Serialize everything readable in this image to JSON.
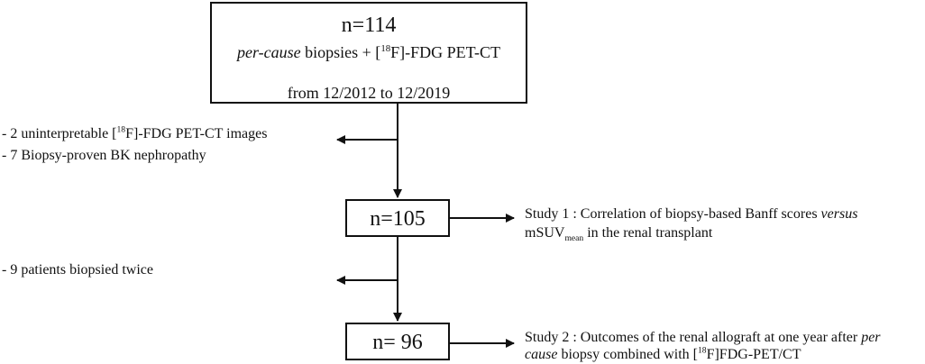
{
  "top_box": {
    "count": "n=114",
    "line1_italic": "per-cause",
    "line1_rest_a": " biopsies + [",
    "line1_sup": "18",
    "line1_rest_b": "F]-FDG PET-CT",
    "line2": "from 12/2012 to 12/2019"
  },
  "exclusion_1": {
    "item1_a": "- 2 uninterpretable  [",
    "item1_sup": "18",
    "item1_b": "F]-FDG PET-CT images",
    "item2": "- 7 Biopsy-proven BK nephropathy"
  },
  "mid_box": {
    "count": "n=105"
  },
  "study_1": {
    "line1_a": "Study 1 : Correlation of biopsy-based Banff scores  ",
    "line1_italic": "versus",
    "line2_a": "mSUV",
    "line2_sub": "mean",
    "line2_b": " in the renal transplant"
  },
  "exclusion_2": {
    "item1": "- 9 patients biopsied twice"
  },
  "bot_box": {
    "count": "n= 96"
  },
  "study_2": {
    "line1_a": "Study 2 : Outcomes of the renal allograft at one year after ",
    "line1_italic": "per",
    "line2_italic": "cause",
    "line2_a": " biopsy combined with [",
    "line2_sup": "18",
    "line2_b": "F]FDG-PET/CT"
  }
}
